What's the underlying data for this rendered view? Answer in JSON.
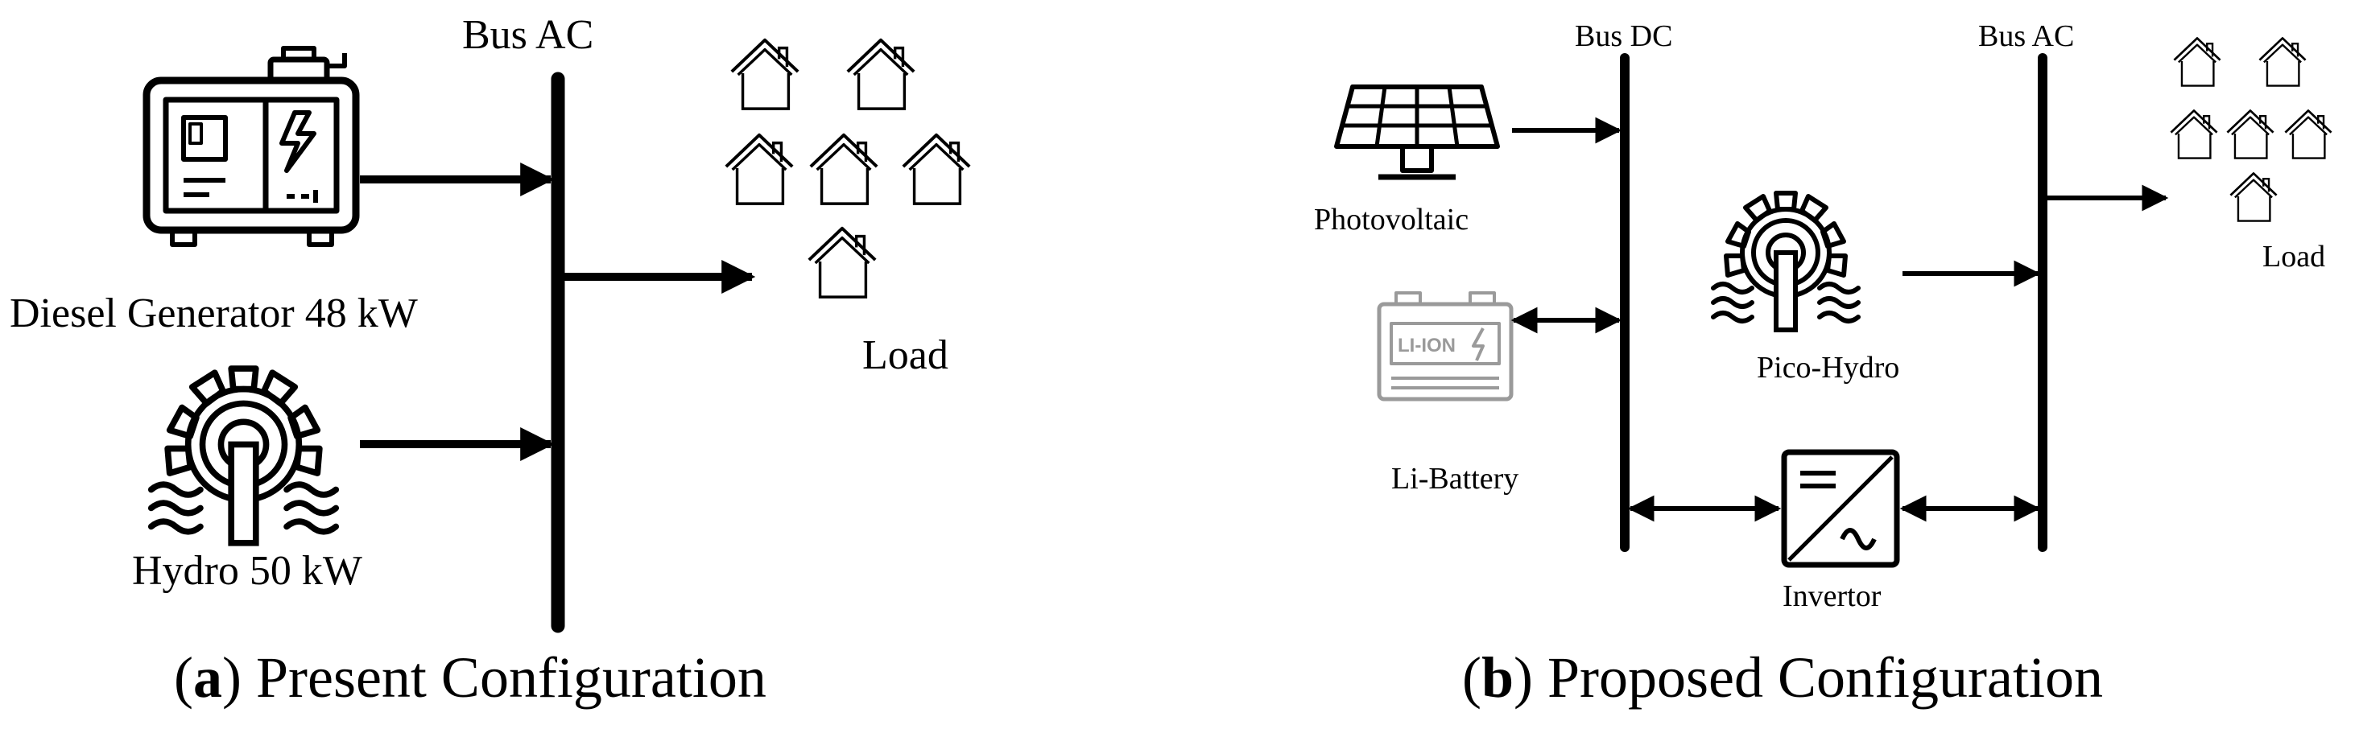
{
  "panel_a": {
    "bus_label": "Bus AC",
    "diesel_label": "Diesel Generator 48 kW",
    "hydro_label": "Hydro 50 kW",
    "load_label": "Load",
    "caption_letter": "a",
    "caption_text": "Present Configuration"
  },
  "panel_b": {
    "bus_dc_label": "Bus DC",
    "bus_ac_label": "Bus AC",
    "pv_label": "Photovoltaic",
    "battery_label": "Li-Battery",
    "battery_text": "LI-ION",
    "pico_label": "Pico-Hydro",
    "inverter_label": "Invertor",
    "load_label": "Load",
    "caption_letter": "b",
    "caption_text": "Proposed Configuration"
  },
  "colors": {
    "line": "#000000",
    "battery_gray": "#9a9a9a"
  },
  "icons": [
    "diesel-generator-icon",
    "water-wheel-icon",
    "house-icon",
    "solar-panel-icon",
    "battery-icon",
    "inverter-icon"
  ]
}
